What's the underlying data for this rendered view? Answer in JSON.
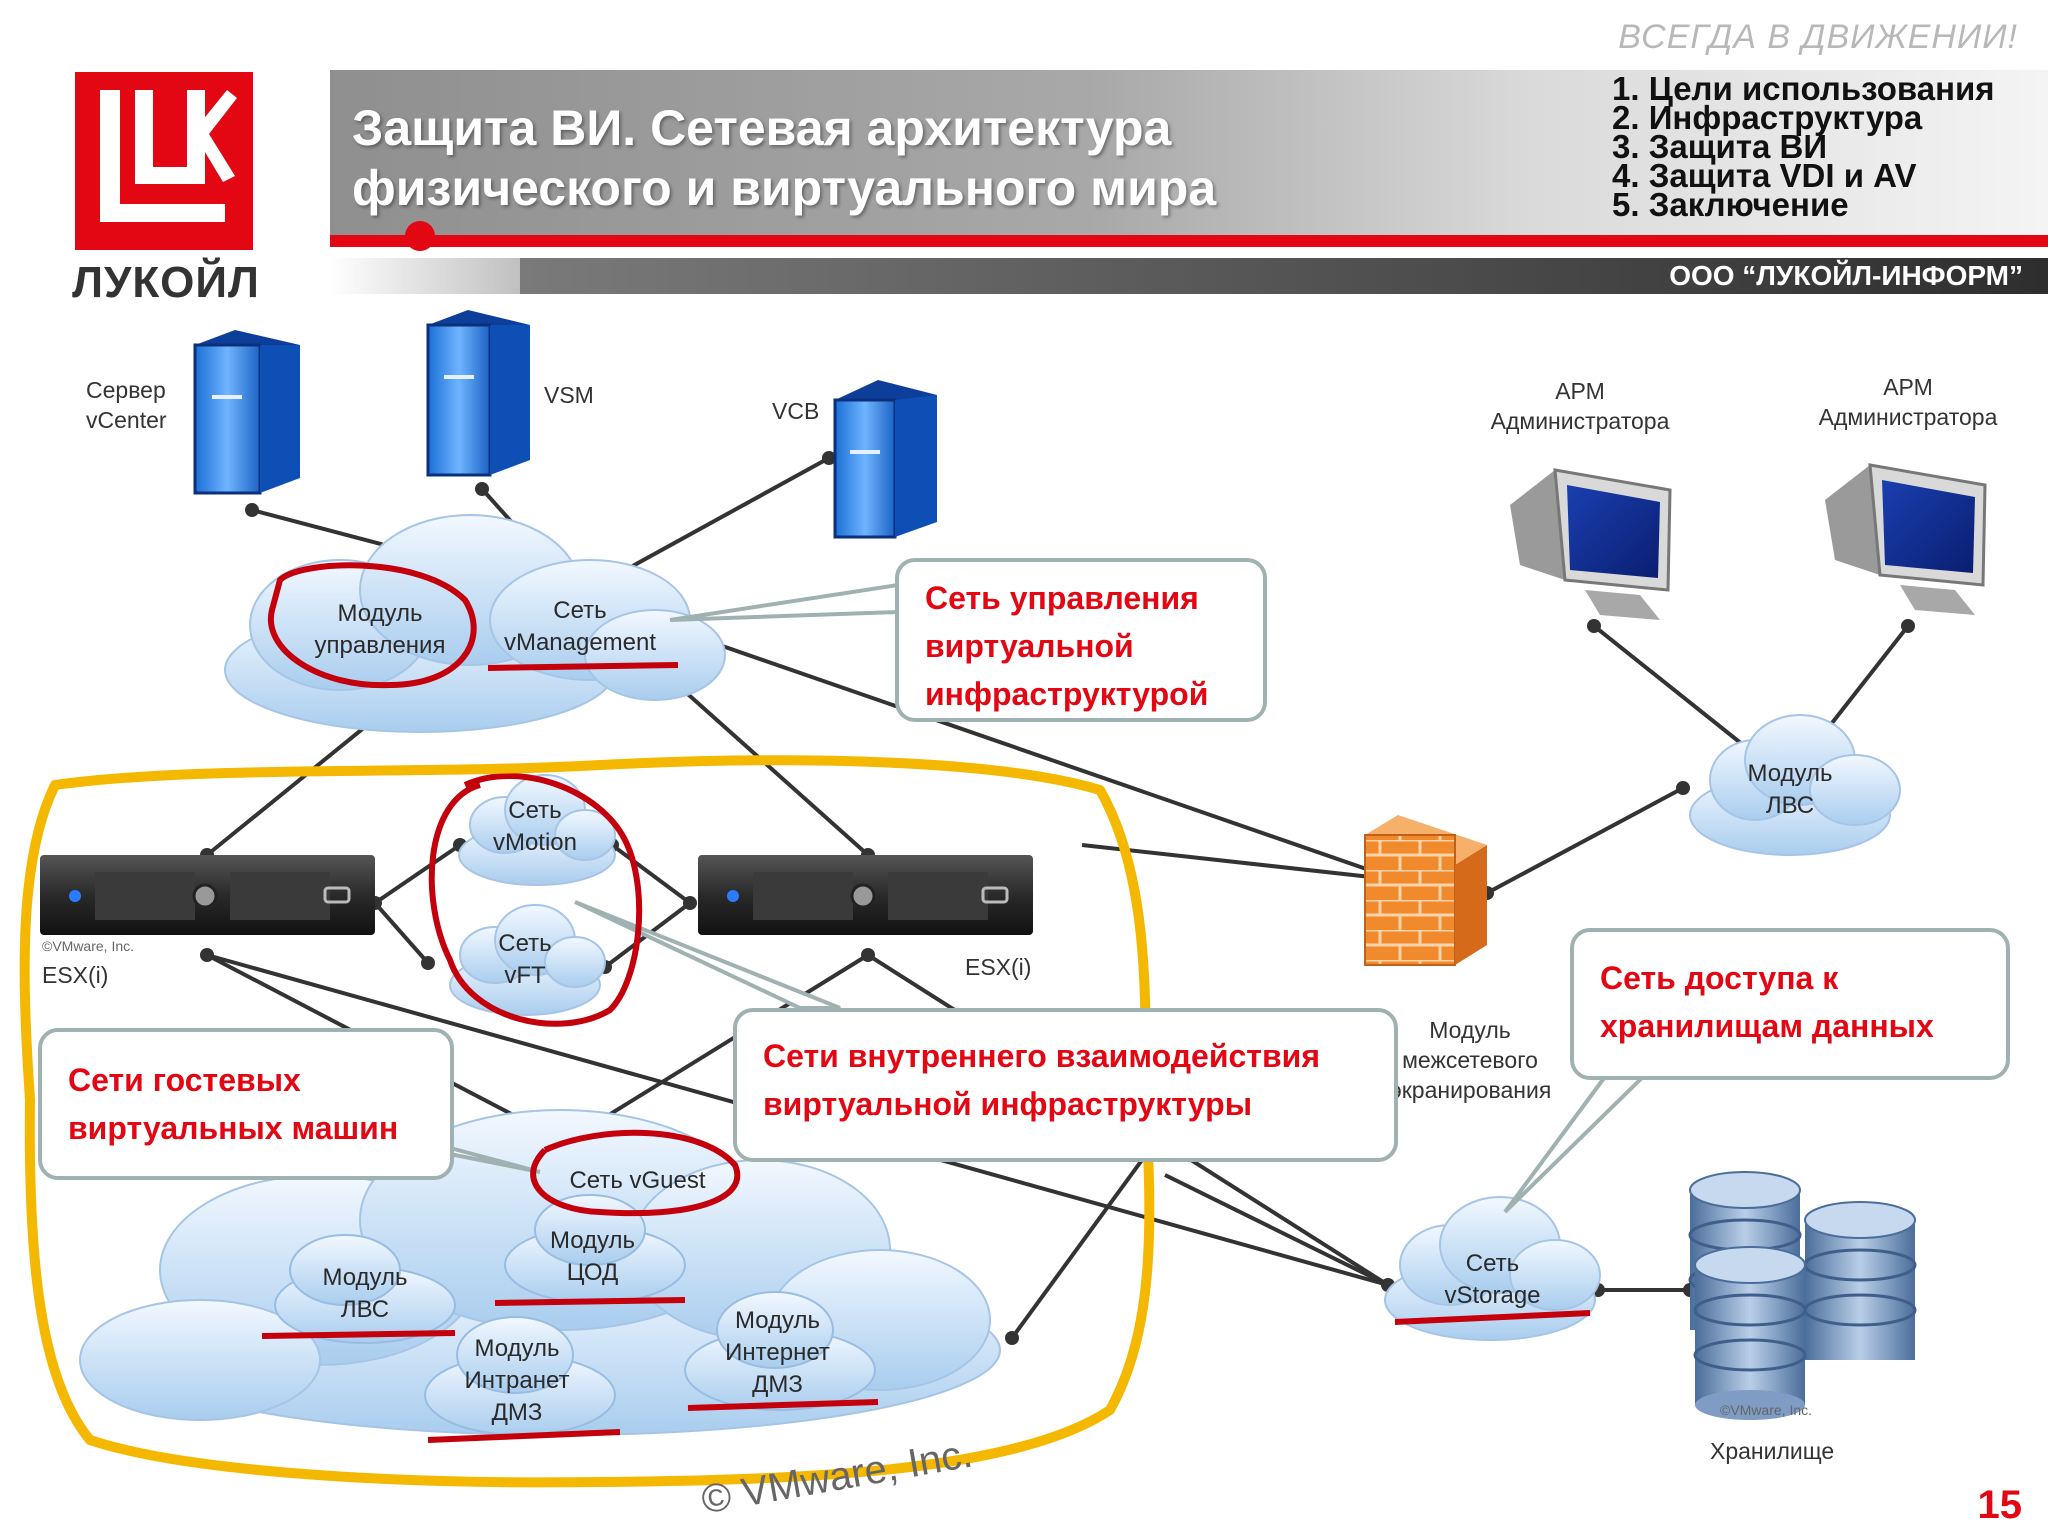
{
  "header": {
    "slogan": "ВСЕГДА В ДВИЖЕНИИ!",
    "logo_text": "ЛУКОЙЛ",
    "title_line1": "Защита ВИ. Сетевая архитектура",
    "title_line2": "физического и виртуального мира",
    "agenda": [
      "1. Цели использования",
      "2. Инфраструктура",
      "3. Защита ВИ",
      "4. Защита VDI и AV",
      "5. Заключение"
    ],
    "company": "ООО “ЛУКОЙЛ-ИНФОРМ”"
  },
  "diagram": {
    "servers": {
      "vcenter_1": "Сервер",
      "vcenter_2": "vCenter",
      "vsm": "VSM",
      "vcb": "VCB"
    },
    "workstations": {
      "arm1_1": "АРМ",
      "arm1_2": "Администратора",
      "arm2_1": "АРМ",
      "arm2_2": "Администратора"
    },
    "clouds": {
      "mgmt_module_1": "Модуль",
      "mgmt_module_2": "управления",
      "vmgmt_1": "Сеть",
      "vmgmt_2": "vManagement",
      "vmotion_1": "Сеть",
      "vmotion_2": "vMotion",
      "vft_1": "Сеть",
      "vft_2": "vFT",
      "lan_right_1": "Модуль",
      "lan_right_2": "ЛВС",
      "vguest": "Сеть vGuest",
      "cod_1": "Модуль",
      "cod_2": "ЦОД",
      "lan_1": "Модуль",
      "lan_2": "ЛВС",
      "inet_1": "Модуль",
      "inet_2": "Интернет",
      "inet_3": "ДМЗ",
      "intranet_1": "Модуль",
      "intranet_2": "Интранет",
      "intranet_3": "ДМЗ",
      "vstorage_1": "Сеть",
      "vstorage_2": "vStorage"
    },
    "esx_left": "ESX(i)",
    "esx_right": "ESX(i)",
    "firewall_1": "Модуль",
    "firewall_2": "межсетевого",
    "firewall_3": "экранирования",
    "storage": "Хранилище",
    "copyright_small": "©VMware, Inc.",
    "copyright_big": "© VMware, Inc.",
    "callouts": {
      "mgmt_1": "Сеть управления",
      "mgmt_2": "виртуальной",
      "mgmt_3": "инфраструктурой",
      "storage_1": "Сеть доступа к",
      "storage_2": "хранилищам данных",
      "guest_1": "Сети гостевых",
      "guest_2": "виртуальных машин",
      "internal_1": "Сети внутреннего взаимодействия",
      "internal_2": "виртуальной инфраструктуры"
    }
  },
  "page_number": "15"
}
